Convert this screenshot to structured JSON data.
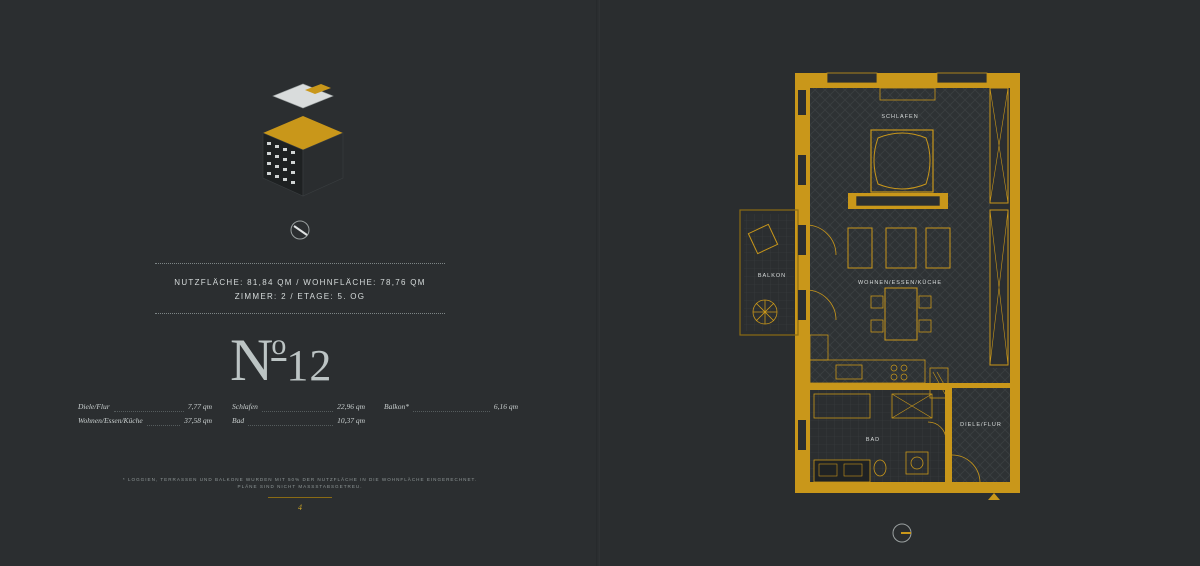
{
  "specs": {
    "line1": "NUTZFLÄCHE: 81,84 QM / WOHNFLÄCHE: 78,76 QM",
    "line2": "ZIMMER: 2 / ETAGE: 5. OG"
  },
  "unit": {
    "symbol_n": "N",
    "symbol_o": "o",
    "number": "12"
  },
  "areas": [
    {
      "label": "Diele/Flur",
      "value": "7,77 qm"
    },
    {
      "label": "Wohnen/Essen/Küche",
      "value": "37,58 qm"
    },
    {
      "label": "Schlafen",
      "value": "22,96 qm"
    },
    {
      "label": "Bad",
      "value": "10,37 qm"
    },
    {
      "label": "Balkon*",
      "value": "6,16 qm"
    }
  ],
  "footnote": {
    "line1": "* LOGGIEN, TERRASSEN UND BALKONE WURDEN MIT 50% DER NUTZFLÄCHE IN DIE WOHNFLÄCHE EINGERECHNET.",
    "line2": "PLÄNE SIND NICHT MASSSTABSGETREU."
  },
  "page_number": "4",
  "plan": {
    "rooms": {
      "schlafen": "SCHLAFEN",
      "wohnen": "WOHNEN/ESSEN/KÜCHE",
      "balkon": "BALKON",
      "bad": "BAD",
      "diele": "DIELE/FLUR"
    }
  },
  "colors": {
    "accent": "#c9971a",
    "background": "#2b2e30",
    "text": "#c9cfcf"
  },
  "icons": [
    "building-iso-icon",
    "compass-icon"
  ]
}
